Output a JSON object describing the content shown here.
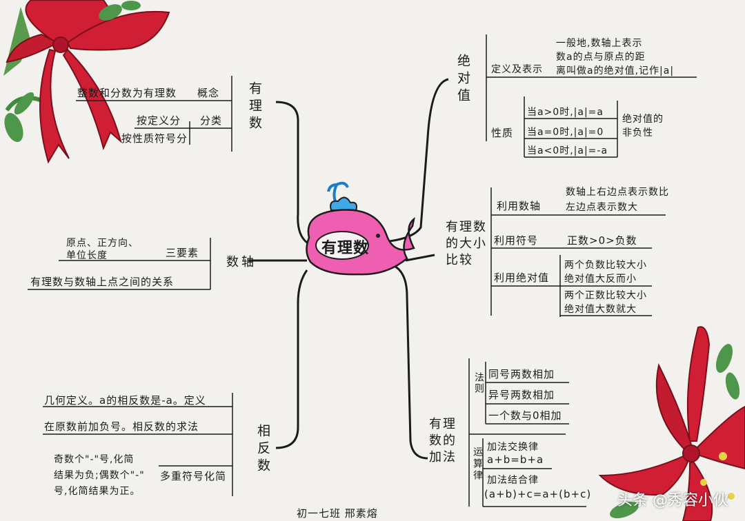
{
  "center": {
    "title": "有理数"
  },
  "rational": {
    "branch": "有理数",
    "concept_item": "整数和分数为有理数",
    "concept_label": "概念",
    "classify_label": "分类",
    "classify_item1": "按定义分",
    "classify_item2": "按性质符号分"
  },
  "number_line": {
    "branch": "数轴",
    "elements_line1": "原点、正方向、",
    "elements_line2": "单位长度",
    "elements_label": "三要素",
    "relation": "有理数与数轴上点之间的关系"
  },
  "opposite": {
    "branch": "相反数",
    "geo_def": "几何定义。a的相反数是-a。定义",
    "method": "在原数前加负号。相反数的求法",
    "simplify_line1": "奇数个\"-\"号,化简",
    "simplify_line2": "结果为负;偶数个\"-\"",
    "simplify_line3": "号,化简结果为正。",
    "simplify_label": "多重符号化简"
  },
  "abs": {
    "branch": "绝对值",
    "def_label": "定义及表示",
    "def_line1": "一般地,数轴上表示",
    "def_line2": "数a的点与原点的距",
    "def_line3": "离叫做a的绝对值,记作|a|",
    "prop_label": "性质",
    "prop1": "当a>0时,|a|=a",
    "prop2": "当a=0时,|a|=0",
    "prop3": "当a<0时,|a|=-a",
    "nonneg_line1": "绝对值的",
    "nonneg_line2": "非负性"
  },
  "compare": {
    "branch": "有理数的大小比较",
    "by_line": "利用数轴",
    "by_line_desc1": "数轴上右边点表示数比",
    "by_line_desc2": "左边点表示数大",
    "by_sign": "利用符号",
    "by_sign_desc": "正数>0>负数",
    "by_abs": "利用绝对值",
    "neg_line1": "两个负数比较大小",
    "neg_line2": "绝对值大反而小",
    "pos_line1": "两个正数比较大小",
    "pos_line2": "绝对值大数就大"
  },
  "addition": {
    "branch": "有理数的加法",
    "rules_label": "法则",
    "rule1": "同号两数相加",
    "rule2": "异号两数相加",
    "rule3": "一个数与0相加",
    "laws_label": "运算律",
    "commutative": "加法交换律",
    "commutative_formula": "a+b=b+a",
    "associative": "加法结合律",
    "associative_formula": "(a+b)+c=a+(b+c)"
  },
  "footer": {
    "signature": "初一七班 邢素熔"
  },
  "watermark": "头条 @秀容小伙",
  "colors": {
    "whale": "#ee5fb2",
    "ribbon": "#d01f35",
    "leaf": "#3f8a3c",
    "ink": "#1b1b1b"
  }
}
